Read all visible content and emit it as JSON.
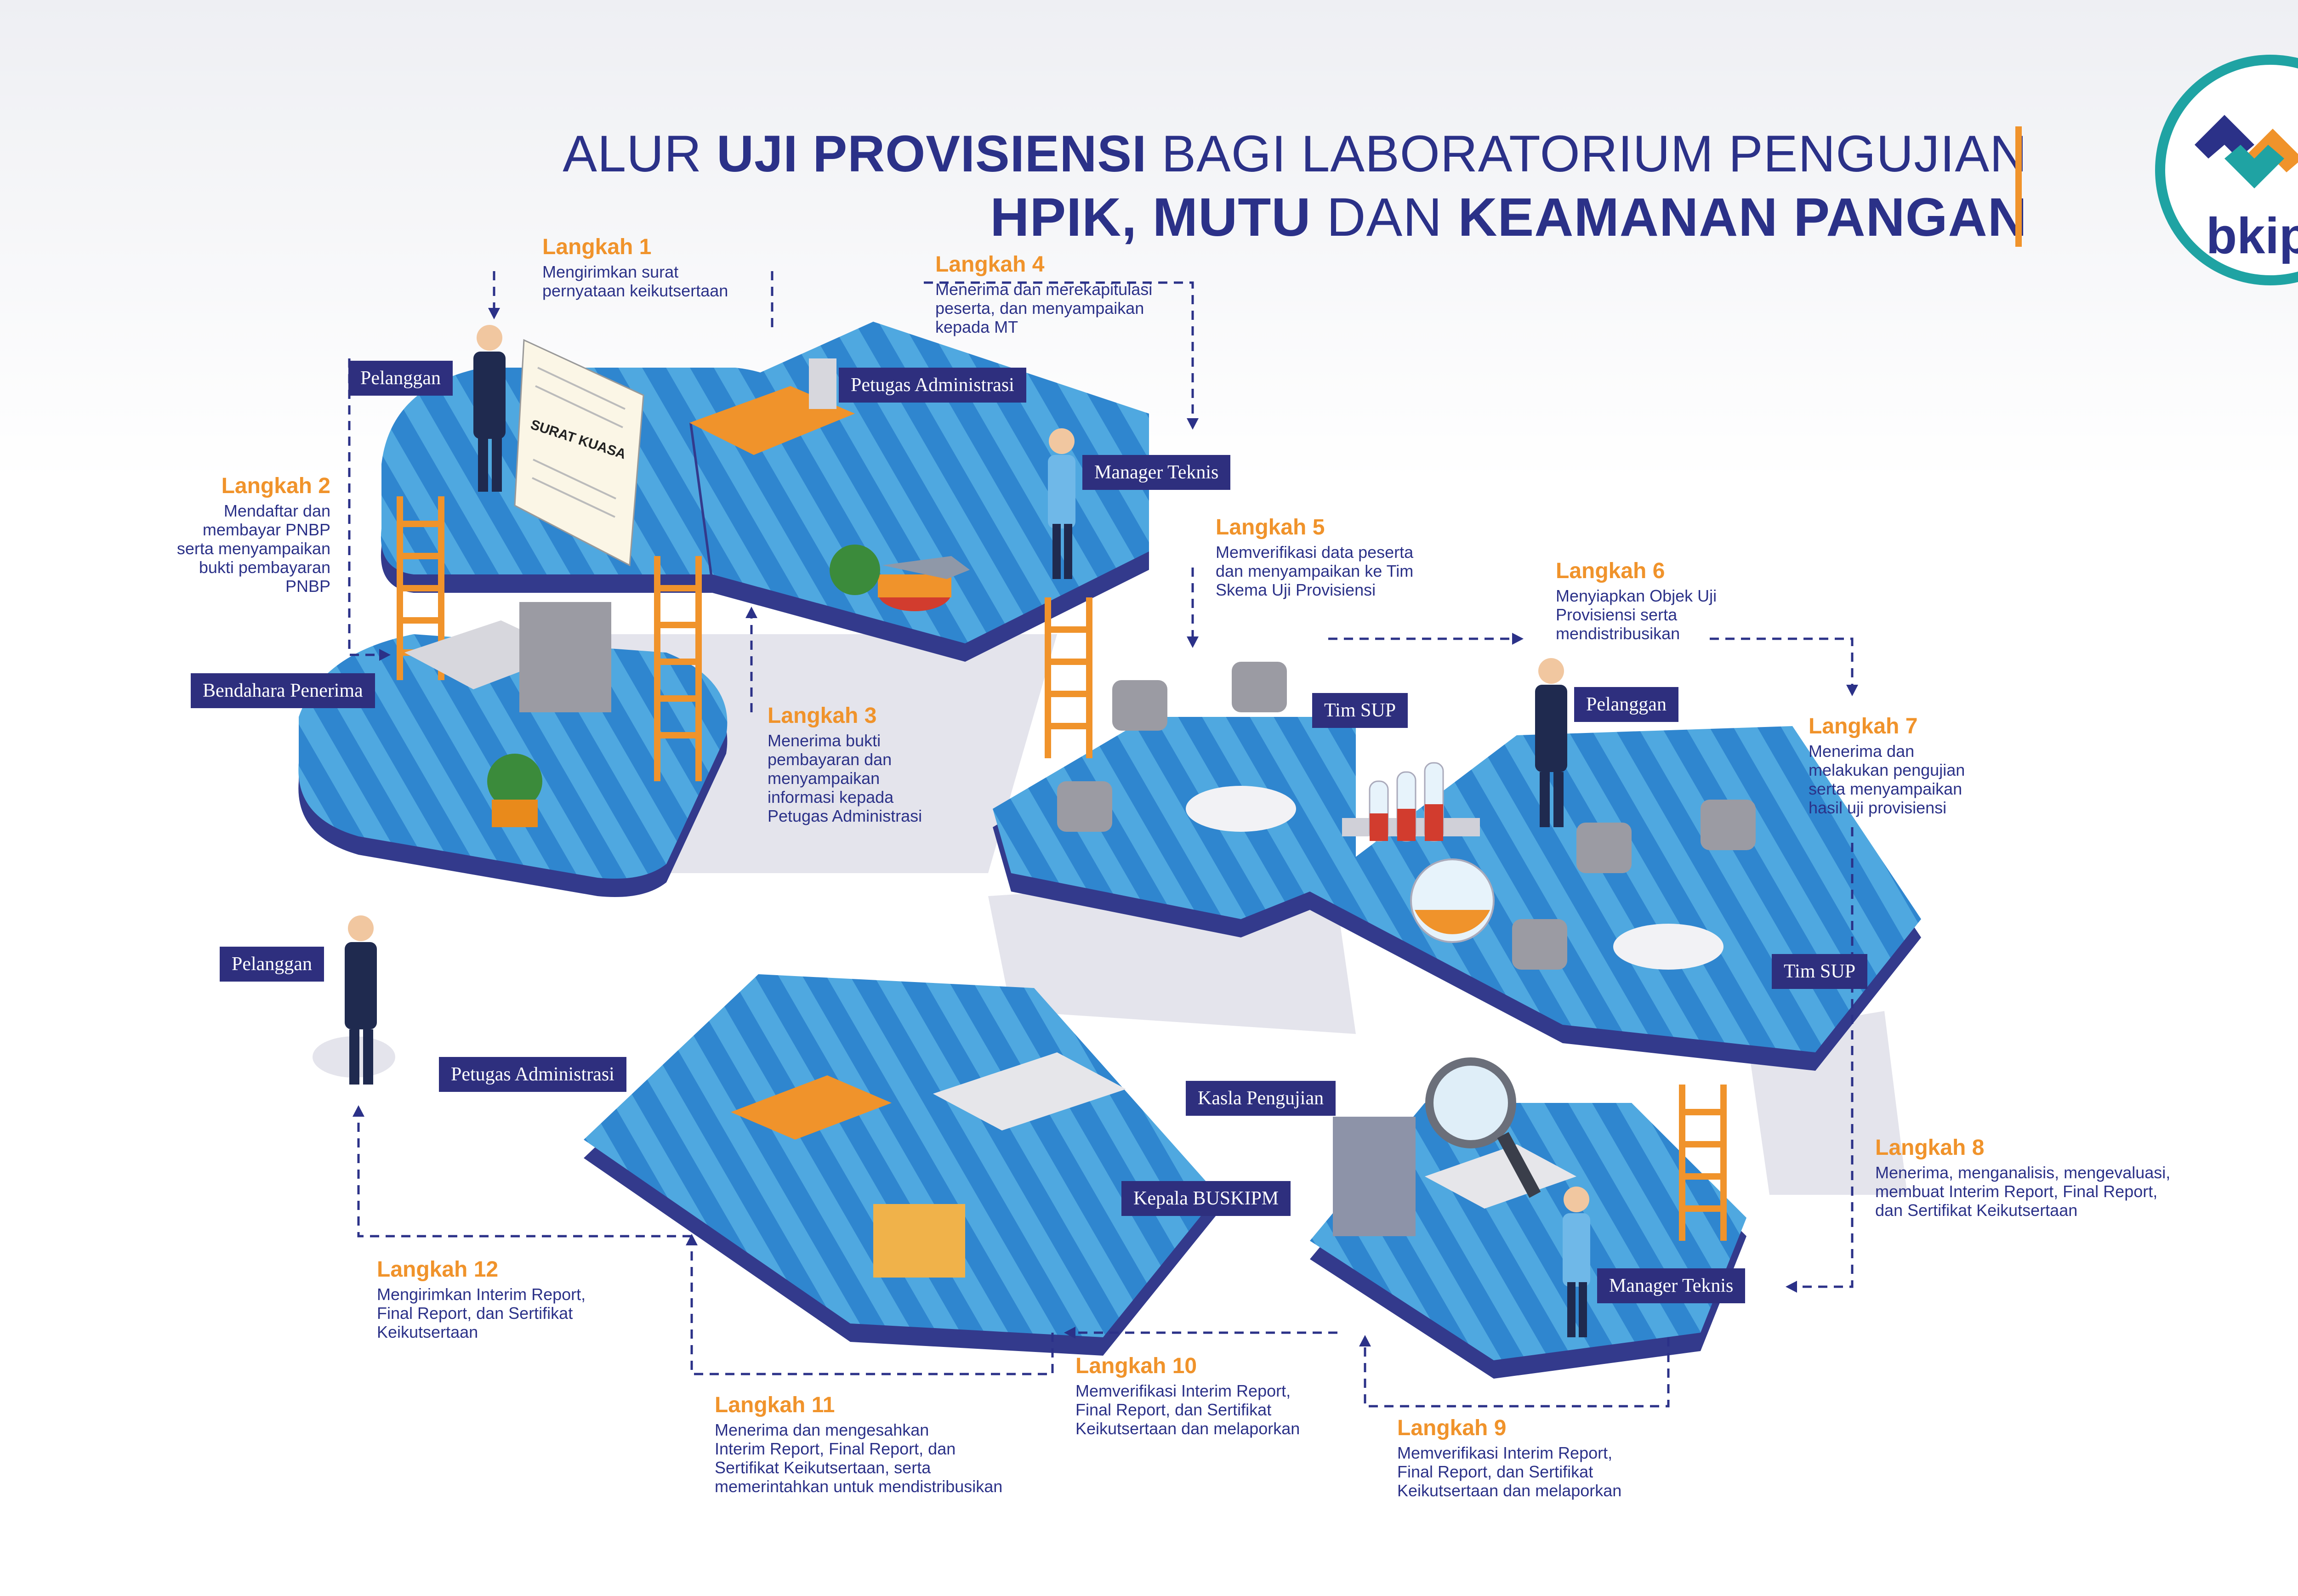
{
  "title": {
    "line1_prefix": "ALUR ",
    "line1_bold": "UJI PROVISIENSI",
    "line1_suffix": " BAGI LABORATORIUM PENGUJIAN",
    "line2_part1": "HPIK, MUTU",
    "line2_part2": " DAN ",
    "line2_part3": "KEAMANAN PANGAN"
  },
  "logo": {
    "text": "bkipm"
  },
  "document_label": "SURAT KUASA",
  "roles": {
    "pelanggan_1": "Pelanggan",
    "petugas_admin_1": "Petugas Administrasi",
    "manager_teknis_1": "Manager Teknis",
    "bendahara": "Bendahara Penerima",
    "tim_sup_1": "Tim SUP",
    "pelanggan_2": "Pelanggan",
    "tim_sup_2": "Tim SUP",
    "pelanggan_3": "Pelanggan",
    "petugas_admin_2": "Petugas Administrasi",
    "kasla": "Kasla Pengujian",
    "kepala": "Kepala BUSKIPM",
    "manager_teknis_2": "Manager Teknis"
  },
  "steps": [
    {
      "title": "Langkah 1",
      "desc": [
        "Mengirimkan surat",
        "pernyataan keikutsertaan"
      ]
    },
    {
      "title": "Langkah 2",
      "desc": [
        "Mendaftar dan",
        "membayar PNBP",
        "serta menyampaikan",
        "bukti pembayaran",
        "PNBP"
      ]
    },
    {
      "title": "Langkah 3",
      "desc": [
        "Menerima bukti",
        "pembayaran dan",
        "menyampaikan",
        "informasi kepada",
        "Petugas Administrasi"
      ]
    },
    {
      "title": "Langkah 4",
      "desc": [
        "Menerima dan merekapitulasi",
        "peserta, dan menyampaikan",
        "kepada MT"
      ]
    },
    {
      "title": "Langkah 5",
      "desc": [
        "Memverifikasi data peserta",
        "dan menyampaikan ke Tim",
        "Skema Uji Provisiensi"
      ]
    },
    {
      "title": "Langkah 6",
      "desc": [
        "Menyiapkan Objek Uji",
        "Provisiensi serta",
        "mendistribusikan"
      ]
    },
    {
      "title": "Langkah 7",
      "desc": [
        "Menerima dan",
        "melakukan pengujian",
        "serta menyampaikan",
        "hasil uji provisiensi"
      ]
    },
    {
      "title": "Langkah 8",
      "desc": [
        "Menerima, menganalisis, mengevaluasi,",
        "membuat Interim Report, Final Report,",
        "dan  Sertifikat Keikutsertaan"
      ]
    },
    {
      "title": "Langkah 9",
      "desc": [
        "Memverifikasi Interim Report,",
        "Final Report, dan Sertifikat",
        "Keikutsertaan dan melaporkan"
      ]
    },
    {
      "title": "Langkah 10",
      "desc": [
        "Memverifikasi Interim Report,",
        "Final Report, dan Sertifikat",
        "Keikutsertaan dan melaporkan"
      ]
    },
    {
      "title": "Langkah 11",
      "desc": [
        "Menerima dan mengesahkan",
        "Interim Report, Final Report, dan",
        "Sertifikat Keikutsertaan, serta",
        "memerintahkan untuk mendistribusikan"
      ]
    },
    {
      "title": "Langkah 12",
      "desc": [
        "Mengirimkan Interim Report,",
        "Final Report, dan Sertifikat",
        "Keikutsertaan"
      ]
    }
  ],
  "colors": {
    "navy": "#2b3188",
    "label_bg": "#2e2f7e",
    "accent_orange": "#f0932b",
    "platform_light": "#5ab4e6",
    "platform_dark": "#2f7fc9",
    "platform_side": "#333a8c",
    "ladder": "#f0932b",
    "logo_teal": "#1fa3a3"
  }
}
